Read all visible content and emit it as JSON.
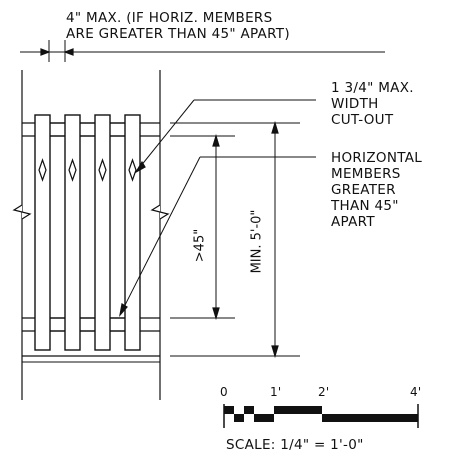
{
  "header_note": {
    "line1": "4\" MAX. (IF HORIZ. MEMBERS",
    "line2": "ARE GREATER THAN 45\" APART)"
  },
  "cutout_note": {
    "line1": "1 3/4\" MAX.",
    "line2": "WIDTH",
    "line3": "CUT-OUT"
  },
  "members_note": {
    "line1": "HORIZONTAL",
    "line2": "MEMBERS",
    "line3": "GREATER",
    "line4": "THAN 45\"",
    "line5": "APART"
  },
  "dims": {
    "inner": ">45\"",
    "outer": "MIN. 5'-0\""
  },
  "scale_bar": {
    "ticks": [
      "0",
      "1'",
      "2'",
      "4'"
    ],
    "caption": "SCALE: 1/4\" = 1'-0\""
  },
  "colors": {
    "ink": "#111111",
    "background": "#ffffff"
  }
}
